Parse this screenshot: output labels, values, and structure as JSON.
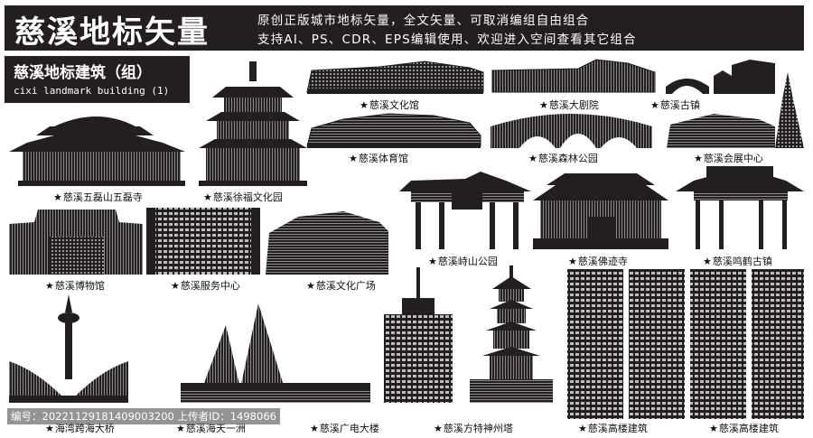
{
  "header": {
    "title": "慈溪地标矢量",
    "desc_line1": "原创正版城市地标矢量，全文矢量、可取消编组自由组合",
    "desc_line2": "支持AI、PS、CDR、EPS编辑使用、欢迎进入空间查看其它组合"
  },
  "subtitle": {
    "cn": "慈溪地标建筑（组）",
    "en": "cixi landmark building (1)"
  },
  "star": "★",
  "captions": {
    "wenhuaguan": "慈溪文化馆",
    "dajuyuan": "慈溪大剧院",
    "guzhen": "慈溪古镇",
    "tiyuguan": "慈溪体育馆",
    "senlin": "慈溪森林公园",
    "huizhan": "慈溪会展中心",
    "wulei": "慈溪五磊山五磊寺",
    "xufu": "慈溪徐福文化园",
    "qishan": "慈溪峙山公园",
    "foji": "慈溪佛迹寺",
    "minghe": "慈溪鸣鹤古镇",
    "bowuguan": "慈溪博物馆",
    "fuwu": "慈溪服务中心",
    "guangchang": "慈溪文化广场",
    "kuahai": "海湾跨海大桥",
    "haitian": "慈溪海天一洲",
    "guangdian": "慈溪广电大楼",
    "fangte": "慈溪方特神州塔",
    "gaolou1": "慈溪高楼建筑",
    "gaolou2": "慈溪高楼建筑"
  },
  "bottom_info": "编号：20221129181409003200 上传者ID：1498066",
  "colors": {
    "ink": "#231f20",
    "paper": "#ffffff"
  }
}
